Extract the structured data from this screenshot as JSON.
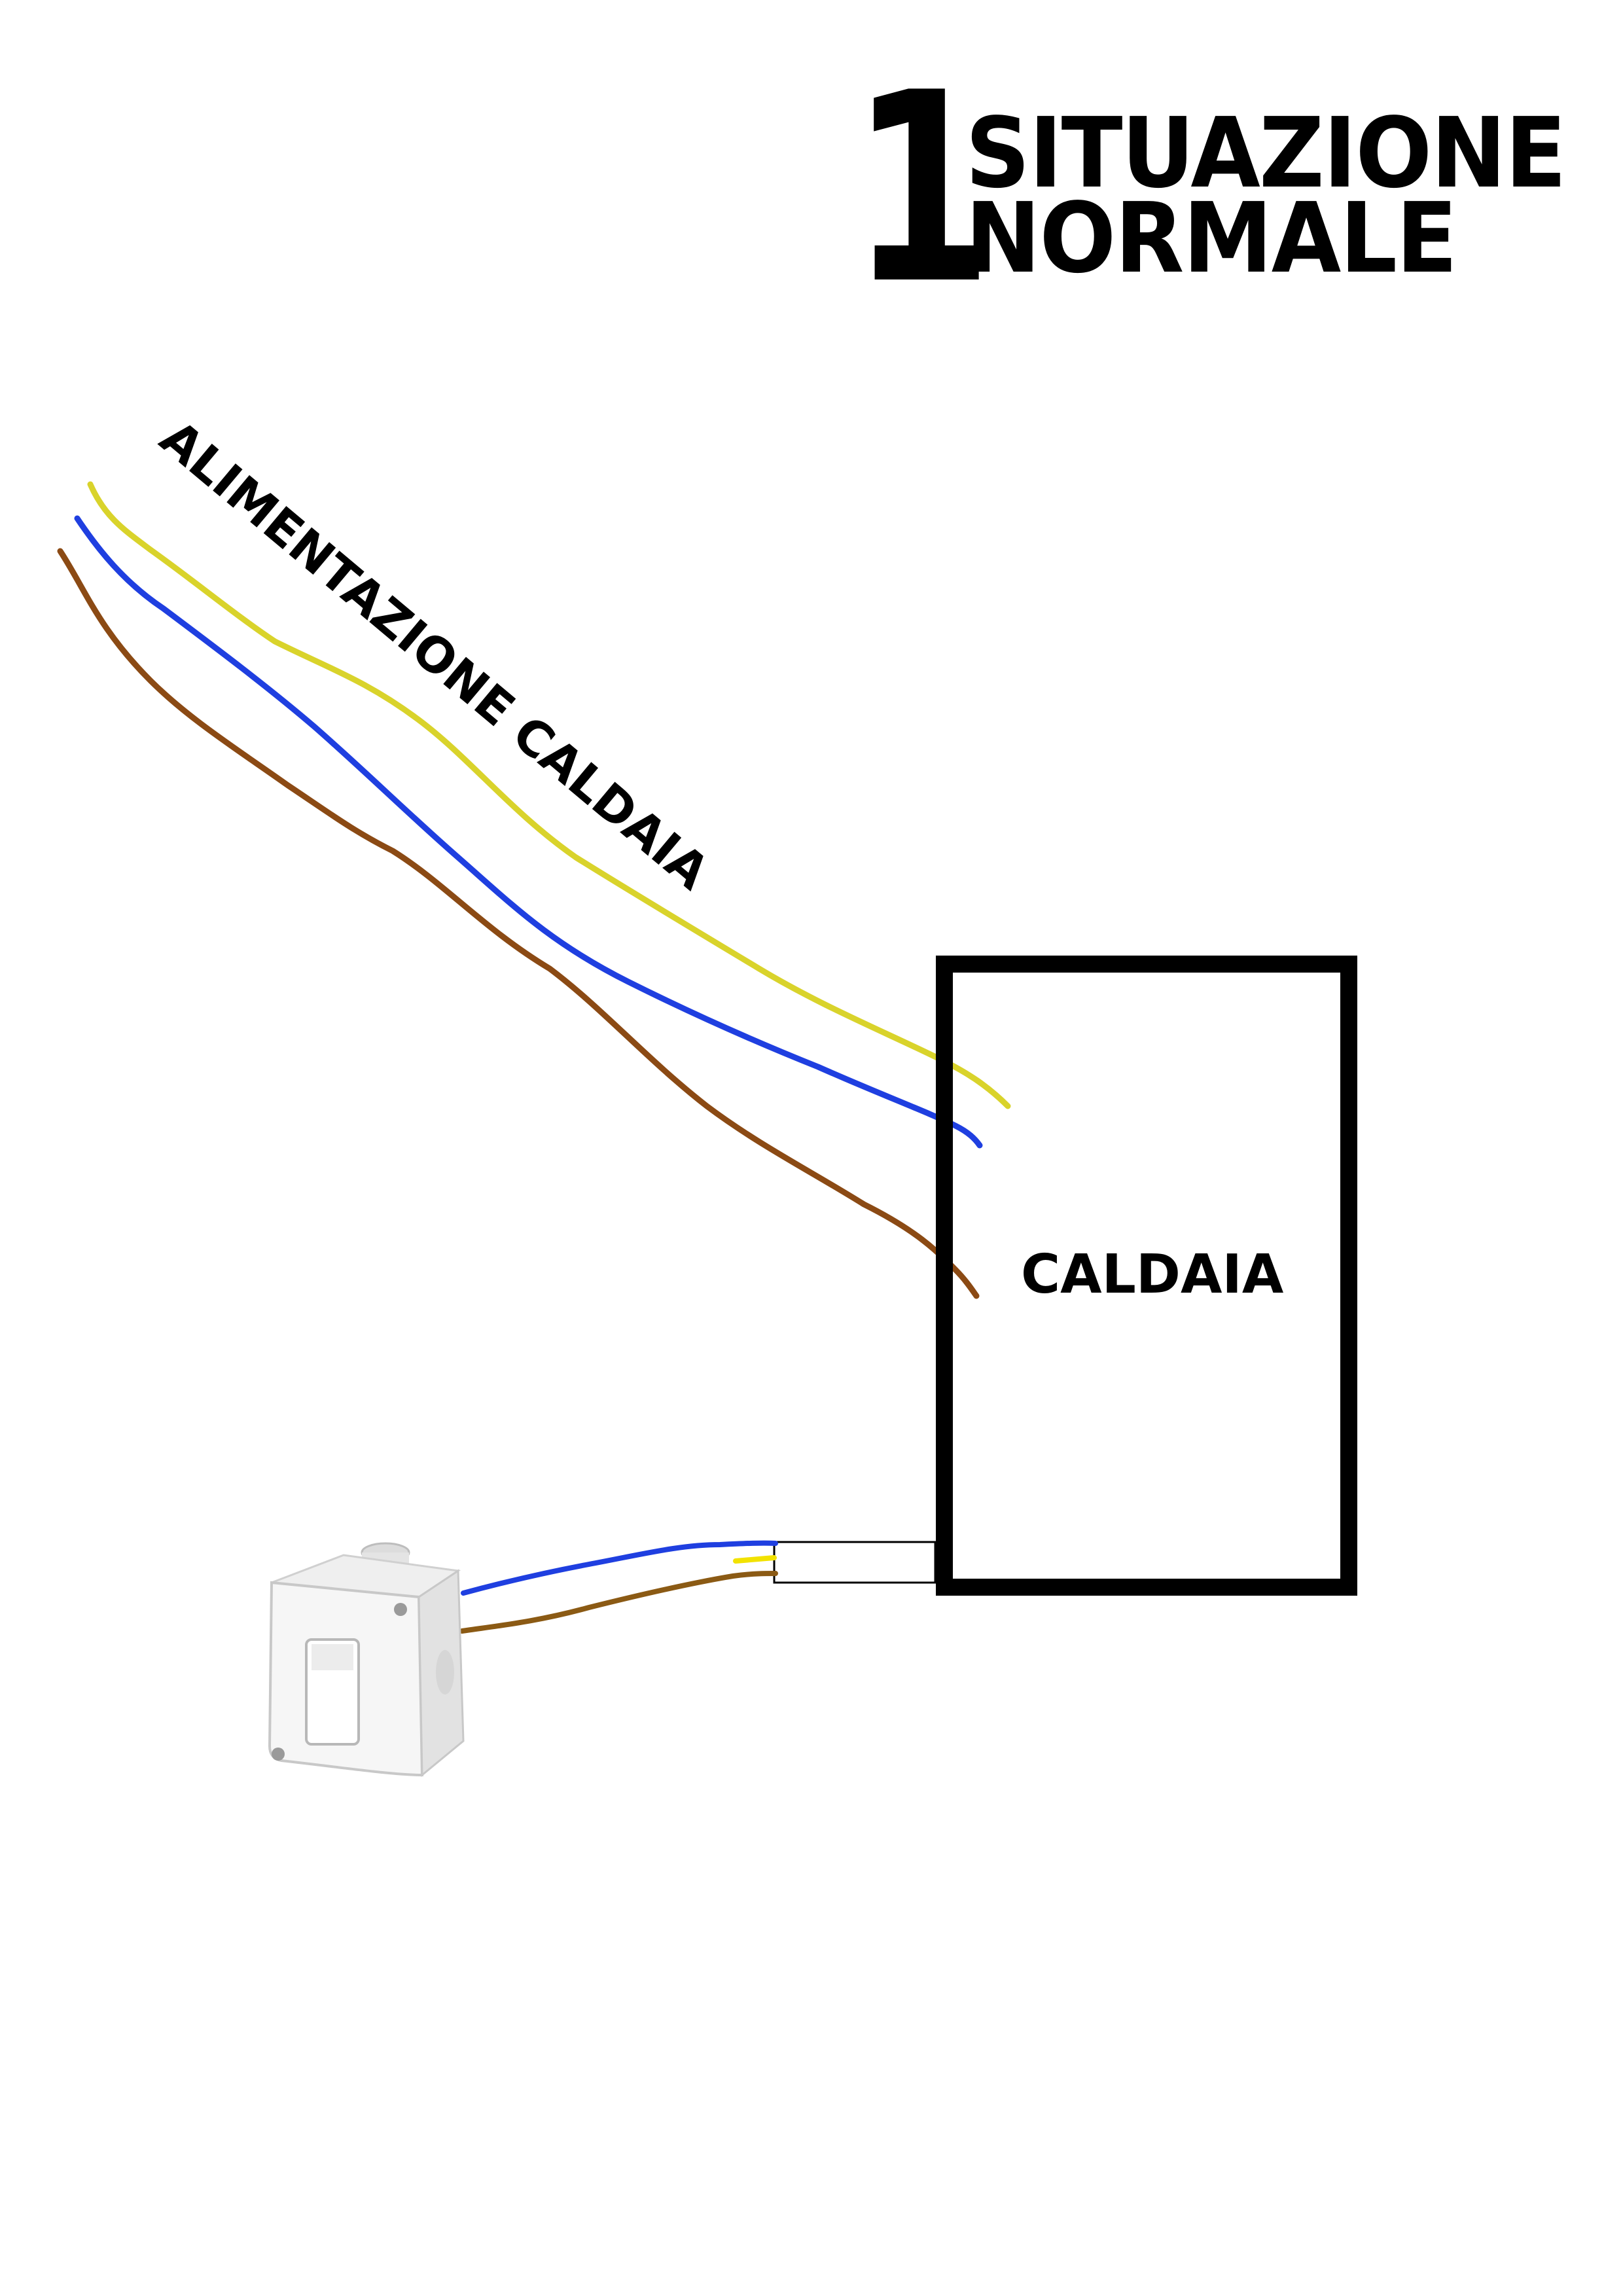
{
  "heading": {
    "number": "1",
    "line1": "SITUAZIONE",
    "line2": "NORMALE"
  },
  "labels": {
    "supply": "ALIMENTAZIONE CALDAIA",
    "boiler": "CALDAIA"
  },
  "wires": [
    {
      "name": "yellow-wire",
      "color": "#d9d32b"
    },
    {
      "name": "blue-wire",
      "color": "#1f3fe0"
    },
    {
      "name": "brown-wire",
      "color": "#8b4a14"
    }
  ],
  "switch_wires": [
    {
      "name": "blue-switch-wire",
      "color": "#1f3fe0"
    },
    {
      "name": "brown-switch-wire",
      "color": "#8b5a14"
    },
    {
      "name": "yellow-stub-wire",
      "color": "#f2e200"
    }
  ],
  "icons": {
    "switch": "wall-light-switch-icon"
  }
}
